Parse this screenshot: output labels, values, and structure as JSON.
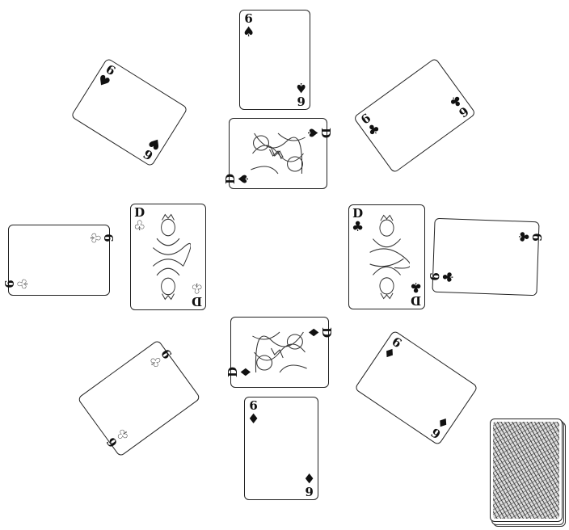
{
  "game": {
    "cards": [
      {
        "id": "c1",
        "rank": "6",
        "suit": "♠",
        "suit_name": "spade"
      },
      {
        "id": "c2",
        "rank": "6",
        "suit": "♥",
        "suit_name": "heart"
      },
      {
        "id": "c3",
        "rank": "6",
        "suit": "♣",
        "suit_name": "club"
      },
      {
        "id": "c4",
        "rank": "D",
        "suit": "♠",
        "suit_name": "spade"
      },
      {
        "id": "c5",
        "rank": "6",
        "suit": "♧",
        "suit_name": "club"
      },
      {
        "id": "c6",
        "rank": "D",
        "suit": "♧",
        "suit_name": "club"
      },
      {
        "id": "c7",
        "rank": "D",
        "suit": "♣",
        "suit_name": "club"
      },
      {
        "id": "c8",
        "rank": "6",
        "suit": "♣",
        "suit_name": "club"
      },
      {
        "id": "c9",
        "rank": "D",
        "suit": "♦",
        "suit_name": "diamond"
      },
      {
        "id": "c10",
        "rank": "6",
        "suit": "♧",
        "suit_name": "club"
      },
      {
        "id": "c11",
        "rank": "6",
        "suit": "♦",
        "suit_name": "diamond"
      },
      {
        "id": "c12",
        "rank": "6",
        "suit": "♦",
        "suit_name": "diamond"
      }
    ],
    "stock": {
      "icon": "card-back-pattern"
    }
  }
}
